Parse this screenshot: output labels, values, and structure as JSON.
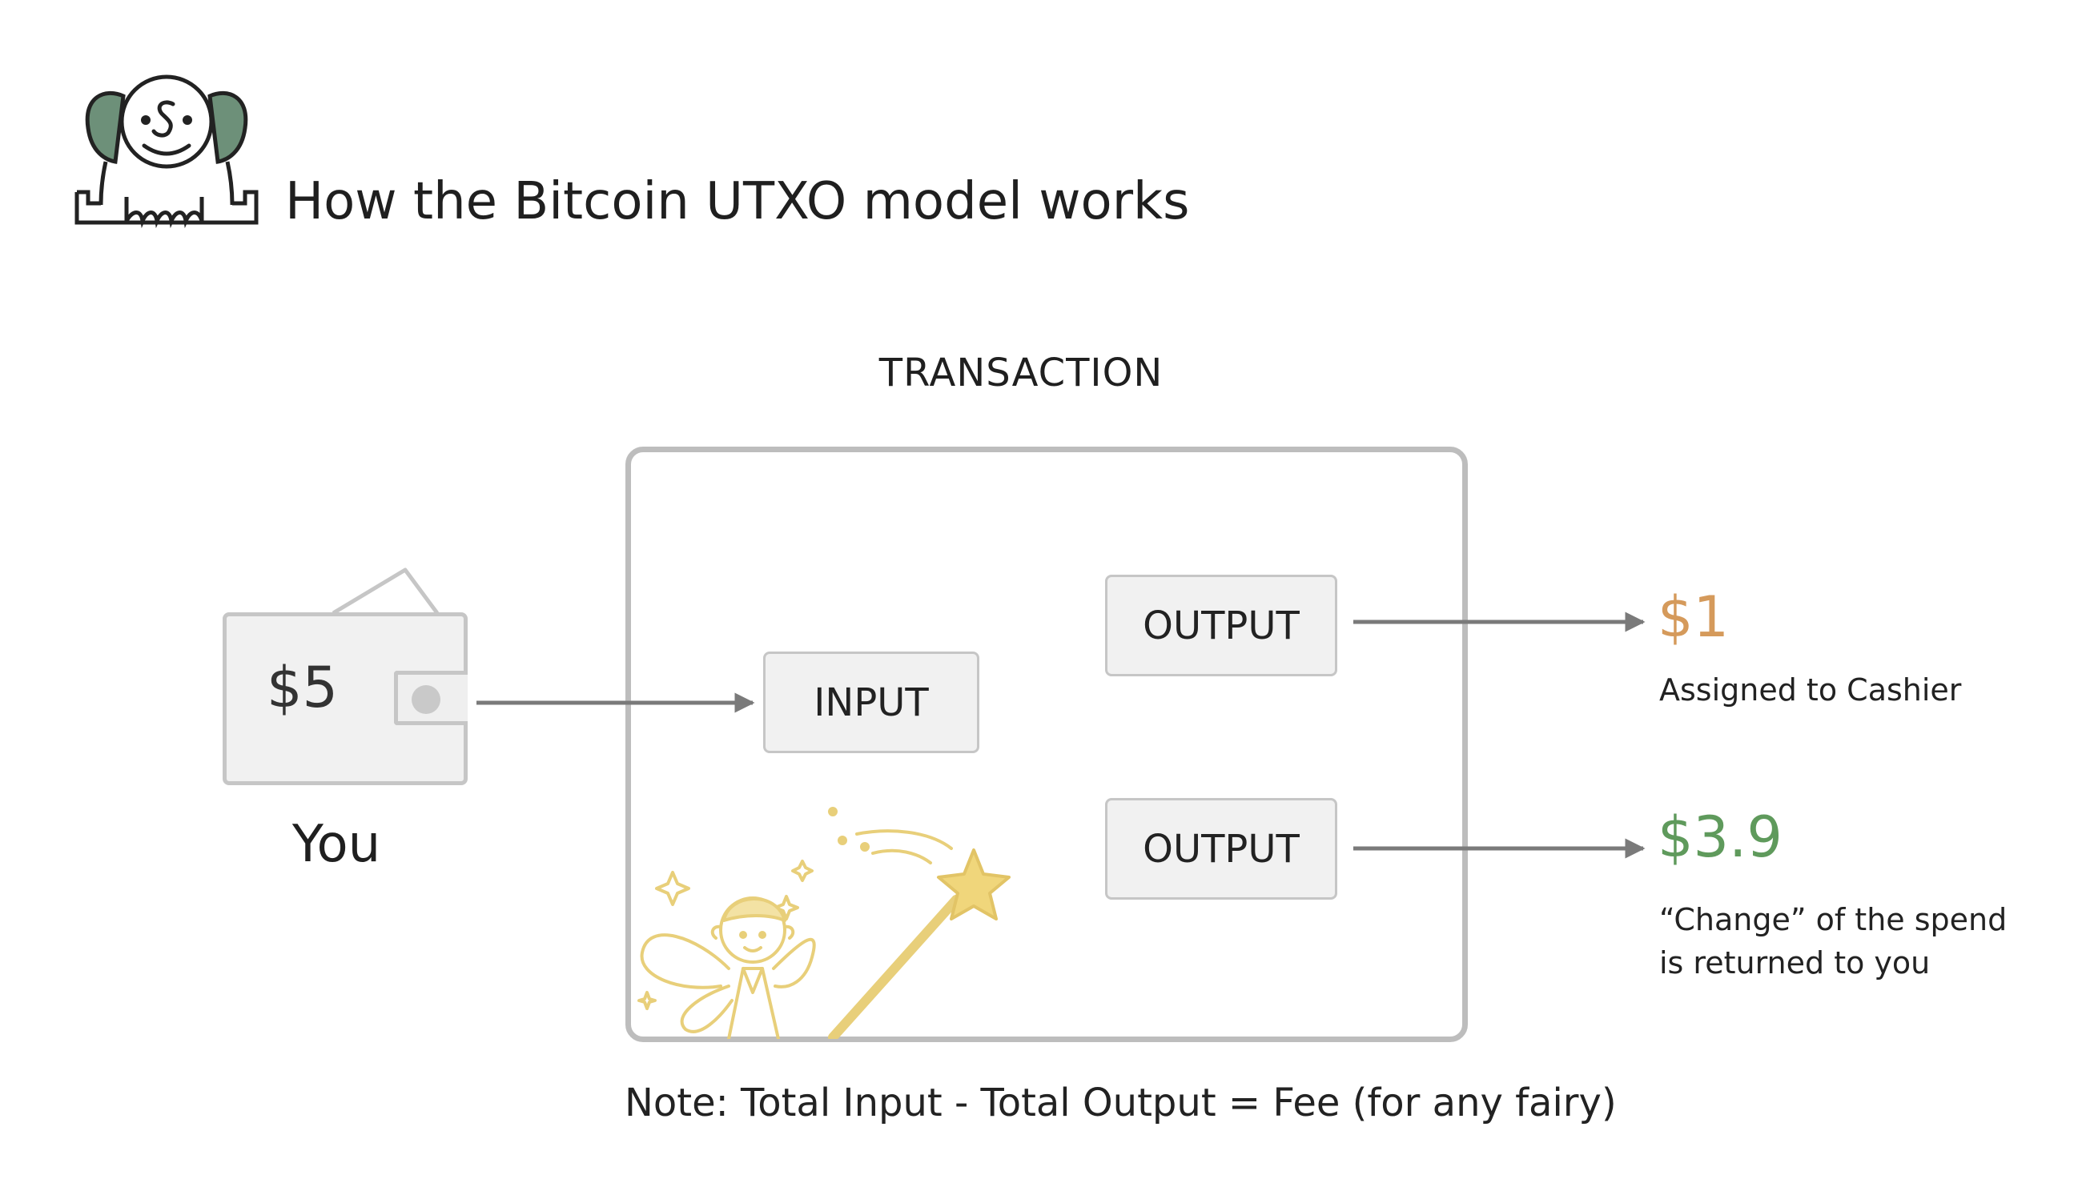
{
  "title": "How the Bitcoin UTXO model works",
  "transaction_label": "TRANSACTION",
  "wallet": {
    "amount": "$5",
    "owner_label": "You"
  },
  "input_label": "INPUT",
  "outputs": [
    {
      "label": "OUTPUT",
      "amount": "$1",
      "amount_color": "#d59a5b",
      "description_lines": [
        "Assigned to Cashier"
      ]
    },
    {
      "label": "OUTPUT",
      "amount": "$3.9",
      "amount_color": "#5f9a5c",
      "description_lines": [
        "“Change” of the spend",
        "is returned to you"
      ]
    }
  ],
  "note": "Note: Total Input - Total Output = Fee (for any fairy)",
  "icons": [
    "mascot-logo-icon",
    "wallet-icon",
    "fairy-with-wand-icon"
  ],
  "colors": {
    "box_fill": "#f1f1f1",
    "box_border": "#c6c6c6",
    "transaction_border": "#bdbdbd",
    "arrow": "#7a7a7a",
    "logo_green": "#6d9079",
    "fairy_gold": "#e8cf7a"
  }
}
